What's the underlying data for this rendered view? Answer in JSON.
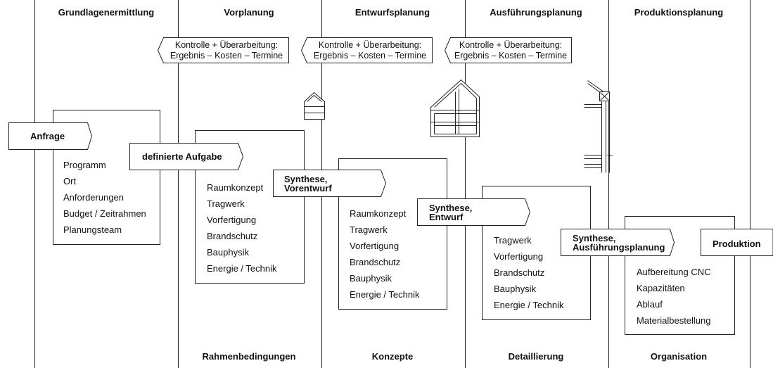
{
  "phases": [
    {
      "title": "Grundlagenermittlung",
      "footer": ""
    },
    {
      "title": "Vorplanung",
      "footer": "Rahmenbedingungen"
    },
    {
      "title": "Entwurfsplanung",
      "footer": "Konzepte"
    },
    {
      "title": "Ausführungsplanung",
      "footer": "Detaillierung"
    },
    {
      "title": "Produktionsplanung",
      "footer": "Organisation"
    }
  ],
  "controls": [
    {
      "line1": "Kontrolle + Überarbeitung:",
      "line2": "Ergebnis – Kosten – Termine"
    },
    {
      "line1": "Kontrolle + Überarbeitung:",
      "line2": "Ergebnis – Kosten – Termine"
    },
    {
      "line1": "Kontrolle + Überarbeitung:",
      "line2": "Ergebnis – Kosten – Termine"
    }
  ],
  "milestones": [
    {
      "line1": "Anfrage",
      "line2": ""
    },
    {
      "line1": "definierte Aufgabe",
      "line2": ""
    },
    {
      "line1": "Synthese,",
      "line2": "Vorentwurf"
    },
    {
      "line1": "Synthese,",
      "line2": "Entwurf"
    },
    {
      "line1": "Synthese,",
      "line2": "Ausführungsplanung"
    },
    {
      "line1": "Produktion",
      "line2": ""
    }
  ],
  "lists": [
    {
      "items": [
        "Programm",
        "Ort",
        "Anforderungen",
        "Budget / Zeitrahmen",
        "Planungsteam"
      ]
    },
    {
      "items": [
        "Raumkonzept",
        "Tragwerk",
        "Vorfertigung",
        "Brandschutz",
        "Bauphysik",
        "Energie / Technik"
      ]
    },
    {
      "items": [
        "Raumkonzept",
        "Tragwerk",
        "Vorfertigung",
        "Brandschutz",
        "Bauphysik",
        "Energie / Technik"
      ]
    },
    {
      "items": [
        "Tragwerk",
        "Vorfertigung",
        "Brandschutz",
        "Bauphysik",
        "Energie / Technik"
      ]
    },
    {
      "items": [
        "Aufbereitung CNC",
        "Kapazitäten",
        "Ablauf",
        "Materialbestellung"
      ]
    }
  ]
}
